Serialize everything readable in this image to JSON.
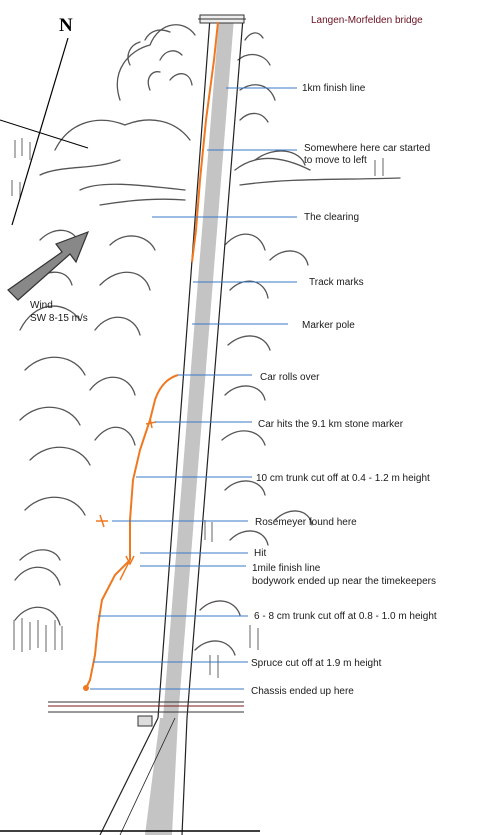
{
  "title": "Langen-Morfelden bridge",
  "compass": {
    "north_label": "N"
  },
  "wind": {
    "label": "Wind",
    "detail": "SW 8-15 m/s"
  },
  "annotations": [
    {
      "id": "finish-1km",
      "text": "1km finish line"
    },
    {
      "id": "car-drift",
      "text": "Somewhere here car started",
      "text2": "to move to left"
    },
    {
      "id": "clearing",
      "text": "The clearing"
    },
    {
      "id": "track-marks",
      "text": "Track marks"
    },
    {
      "id": "marker-pole",
      "text": "Marker pole"
    },
    {
      "id": "rolls-over",
      "text": "Car rolls over"
    },
    {
      "id": "stone-marker",
      "text": "Car hits the 9.1 km stone marker"
    },
    {
      "id": "trunk-10cm",
      "text": "10 cm trunk cut off at 0.4 - 1.2 m height"
    },
    {
      "id": "rosemeyer",
      "text": "Rosemeyer found here"
    },
    {
      "id": "hit",
      "text": "Hit"
    },
    {
      "id": "finish-mile",
      "text": "1mile finish line",
      "text2": "bodywork ended up near the timekeepers"
    },
    {
      "id": "trunk-6-8cm",
      "text": "6 - 8 cm trunk cut off at 0.8 - 1.0 m height"
    },
    {
      "id": "spruce",
      "text": "Spruce cut off at 1.9 m height"
    },
    {
      "id": "chassis",
      "text": "Chassis ended up here"
    }
  ],
  "colors": {
    "track": "#f07820",
    "road": "#c8c8c8",
    "leader": "#3a78c8",
    "title": "#6a1020"
  }
}
